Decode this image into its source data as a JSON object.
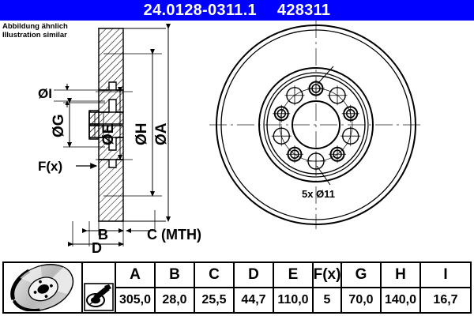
{
  "header": {
    "part_number": "24.0128-0311.1",
    "article_number": "428311",
    "background_color": "#0000ff",
    "text_color": "#ffffff"
  },
  "notice": {
    "line_de": "Abbildung ähnlich",
    "line_en": "Illustration similar"
  },
  "section_view": {
    "labels": {
      "dia_i": "ØI",
      "dia_g": "ØG",
      "dia_e": "ØE",
      "dia_h": "ØH",
      "dia_a": "ØA",
      "f_x": "F(x)",
      "b": "B",
      "c_mth": "C (MTH)",
      "d": "D"
    }
  },
  "front_view": {
    "bolt_hole_note": "5x Ø11",
    "bolt_hole_count": 5,
    "vent_hole_count": 5
  },
  "table": {
    "headers": [
      "A",
      "B",
      "C",
      "D",
      "E",
      "F(x)",
      "G",
      "H",
      "I"
    ],
    "values": [
      "305,0",
      "28,0",
      "25,5",
      "44,7",
      "110,0",
      "5",
      "70,0",
      "140,0",
      "16,7"
    ],
    "disc_icon": "brake-disc-3d-icon",
    "tool_icon": "micrometer-gauge-icon"
  }
}
